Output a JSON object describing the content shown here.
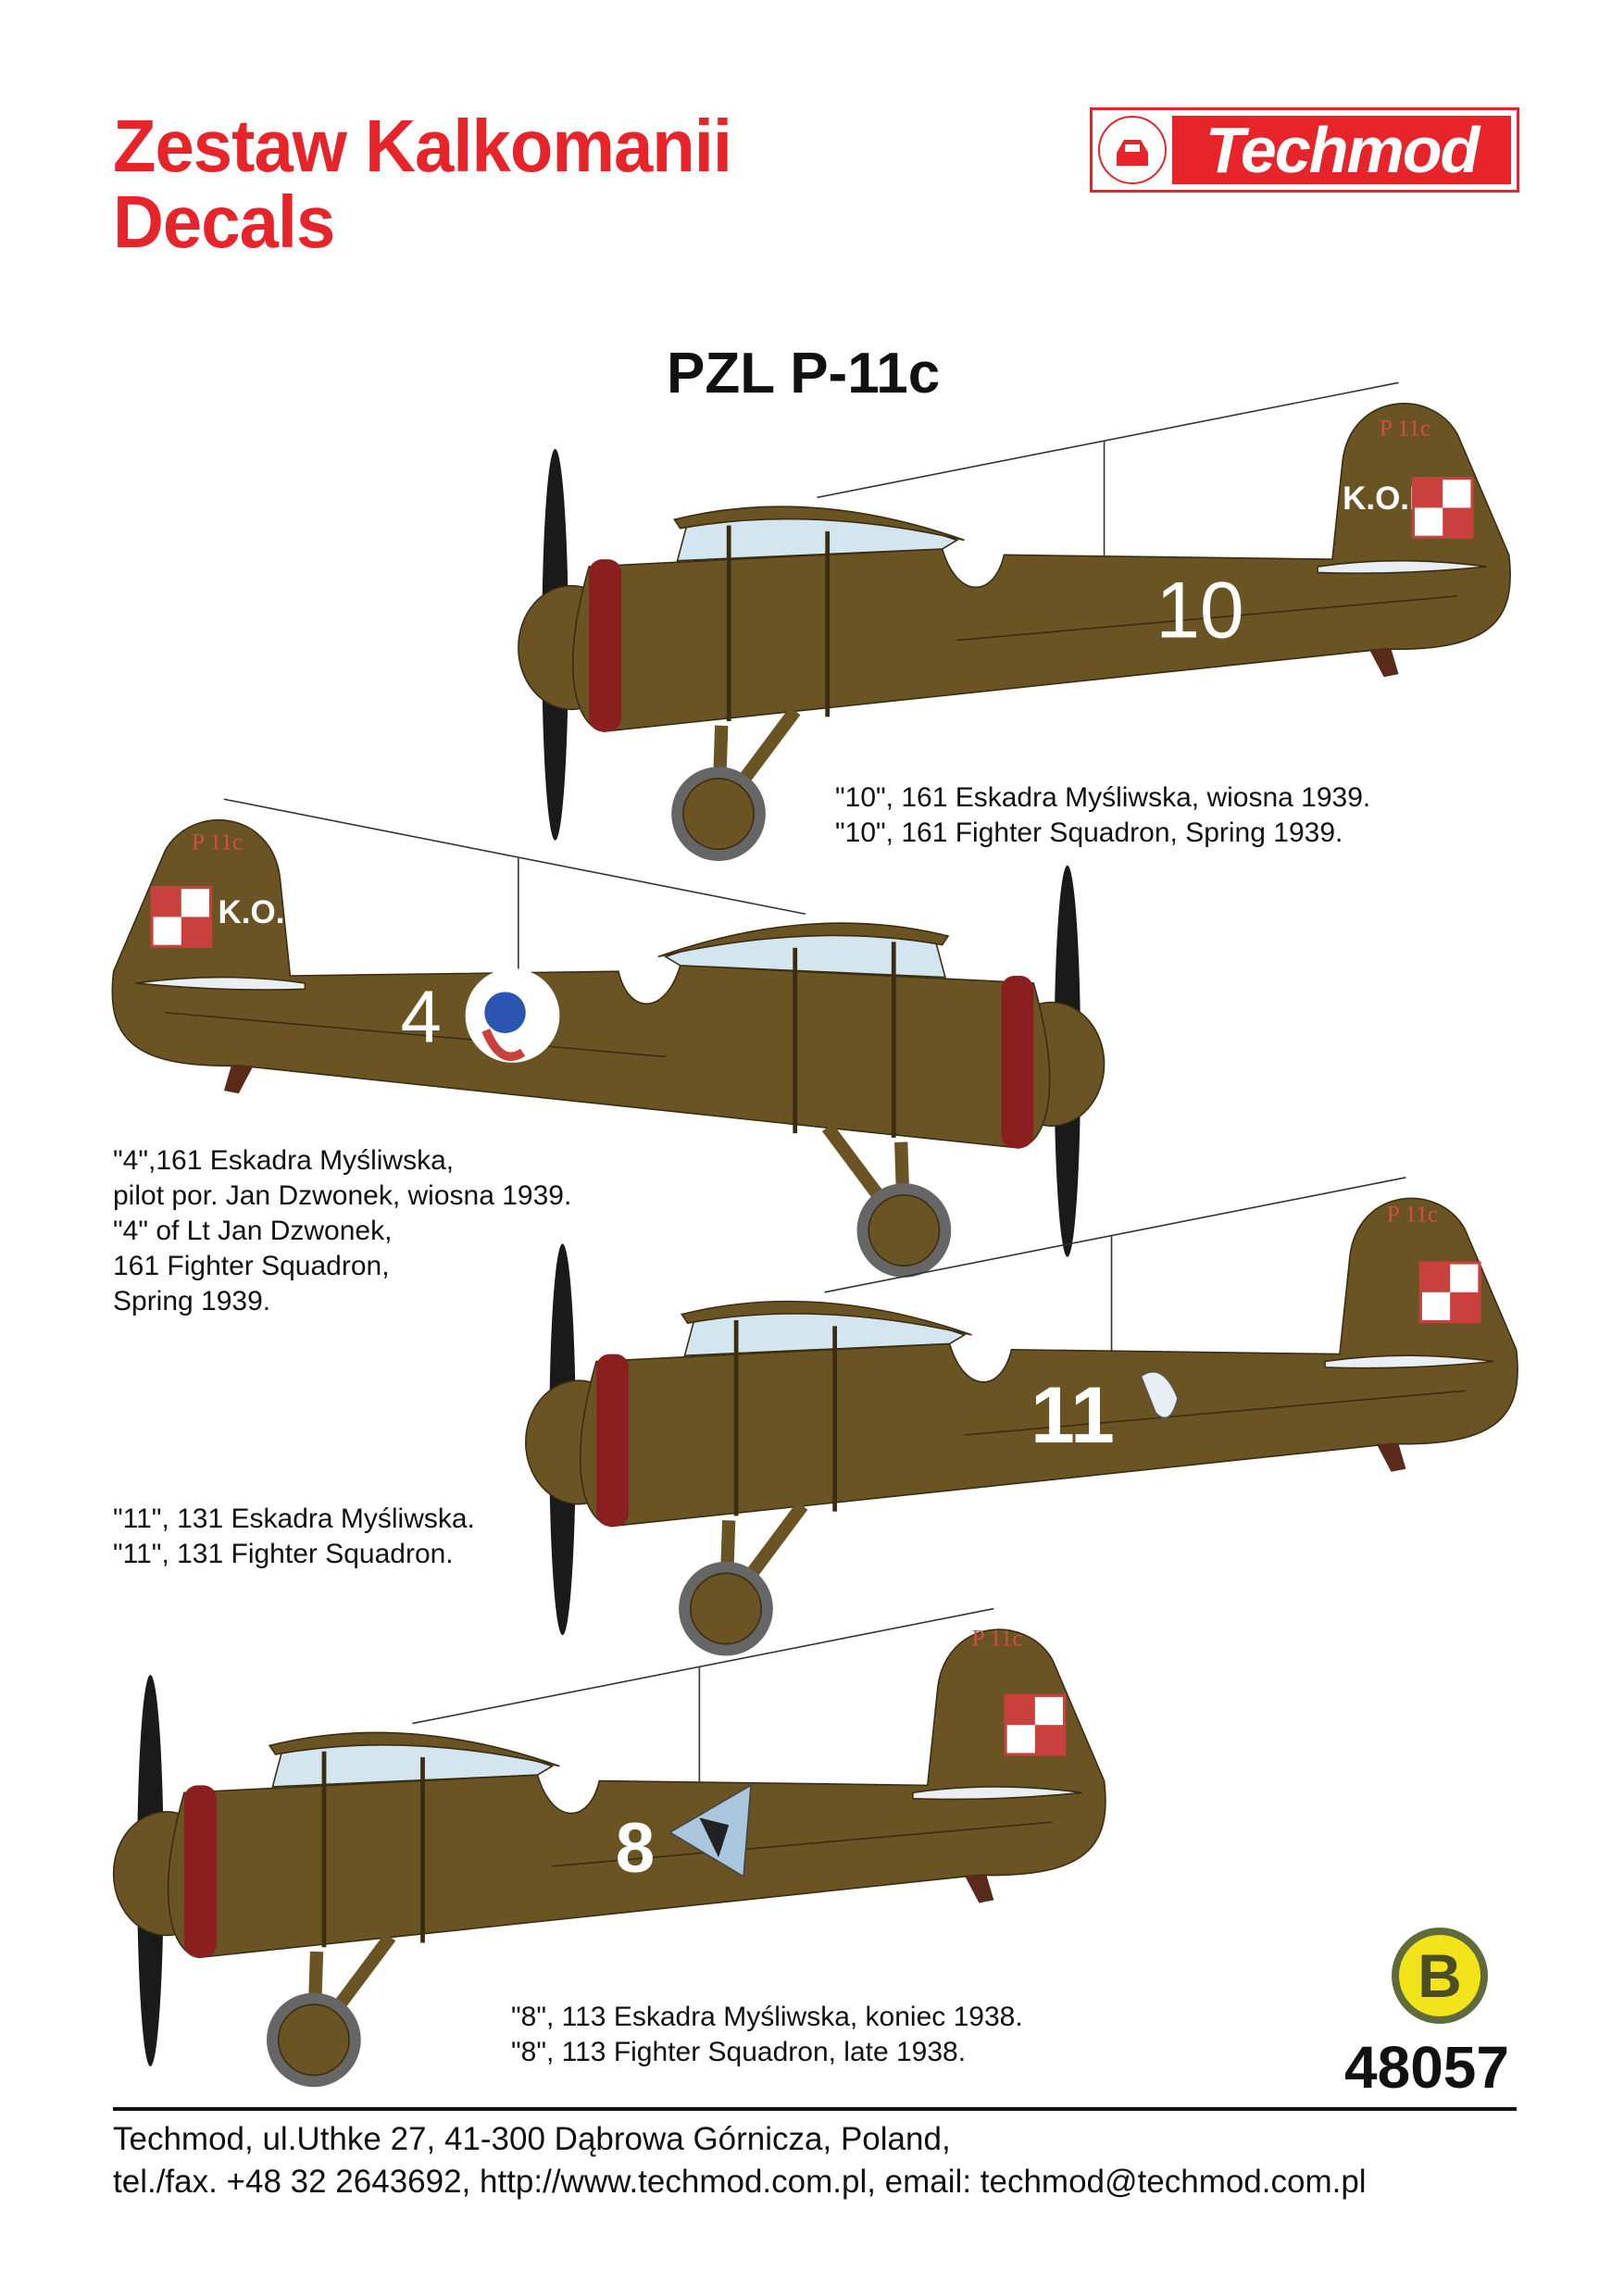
{
  "header": {
    "title_line1": "Zestaw Kalkomanii",
    "title_line2": "Decals",
    "logo_text": "Techmod",
    "product": "PZL P-11c"
  },
  "colors": {
    "title_red": "#e8242b",
    "camouflage_olive_brown": "#6b5424",
    "cowling_red": "#8b1f1f",
    "canopy_blue": "#d3e6f0",
    "badge_yellow": "#f3e31b"
  },
  "aircraft": [
    {
      "number": "10",
      "tail_marking": "K.O.P.",
      "tail_type": "P 11c",
      "caption": [
        "\"10\", 161 Eskadra Myśliwska, wiosna 1939.",
        "\"10\", 161 Fighter Squadron, Spring 1939."
      ]
    },
    {
      "number": "4",
      "tail_marking": "K.O.P.",
      "tail_type": "P 11c",
      "caption": [
        "\"4\",161 Eskadra Myśliwska,",
        "pilot por. Jan Dzwonek, wiosna 1939.",
        "\"4\" of Lt Jan Dzwonek,",
        "161 Fighter Squadron,",
        "Spring 1939."
      ]
    },
    {
      "number": "11",
      "tail_type": "P 11c",
      "caption": [
        "\"11\", 131 Eskadra Myśliwska.",
        "\"11\", 131 Fighter Squadron."
      ]
    },
    {
      "number": "8",
      "tail_type": "P 11c",
      "caption": [
        "\"8\", 113 Eskadra Myśliwska, koniec 1938.",
        "\"8\", 113 Fighter Squadron, late 1938."
      ]
    }
  ],
  "badge": "B",
  "product_code": "48057",
  "footer": {
    "line1": "Techmod, ul.Uthke 27, 41-300 Dąbrowa Górnicza, Poland,",
    "line2": "tel./fax. +48 32 2643692, http://www.techmod.com.pl, email: techmod@techmod.com.pl"
  }
}
